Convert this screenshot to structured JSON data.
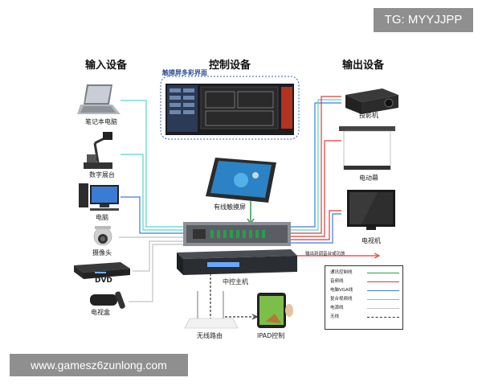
{
  "watermark_top": "TG: MYYJJPP",
  "watermark_bottom": "www.gamesz6zunlong.com",
  "headers": {
    "input": "输入设备",
    "control": "控制设备",
    "output": "输出设备"
  },
  "touch_panel_title": "触摸屏多彩界面",
  "inputs": [
    "笔记本电脑",
    "数字展台",
    "电脑",
    "摄像头",
    "DVD",
    "电视盒"
  ],
  "outputs": [
    "投影机",
    "电动幕",
    "电视机"
  ],
  "control_devices": {
    "touch_screen": "有线触摸屏",
    "host": "中控主机",
    "router": "无线路由",
    "ipad": "IPAD控制"
  },
  "output_note": "输出到调音台或功放",
  "legend": [
    {
      "label": "通讯控制线",
      "color": "#2a9d4a",
      "style": "solid"
    },
    {
      "label": "音频线",
      "color": "#e23b3b",
      "style": "solid"
    },
    {
      "label": "电脑VGA线",
      "color": "#3a7fd9",
      "style": "solid"
    },
    {
      "label": "复合视频线",
      "color": "#58d6c9",
      "style": "solid"
    },
    {
      "label": "电源线",
      "color": "#c2c2c2",
      "style": "solid"
    },
    {
      "label": "无线",
      "color": "#333333",
      "style": "dashed"
    }
  ]
}
